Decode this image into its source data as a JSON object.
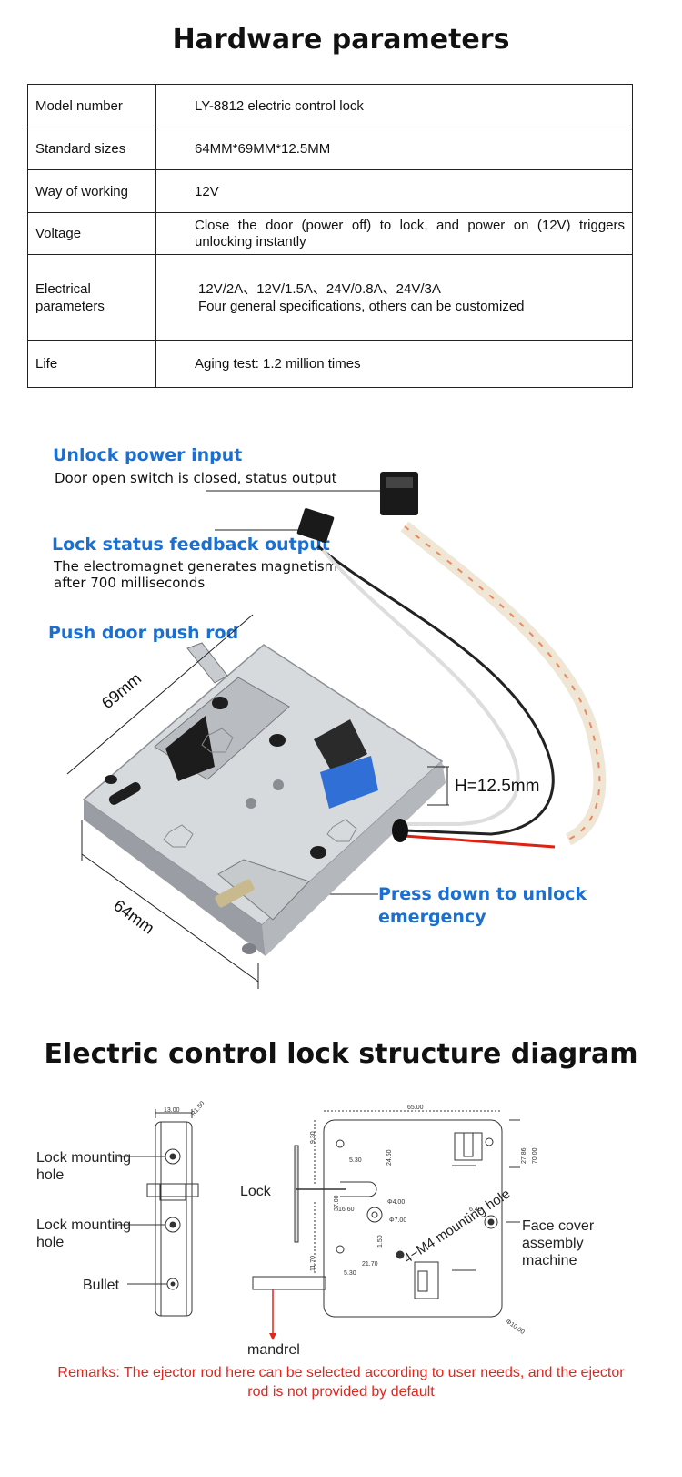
{
  "header": {
    "title": "Hardware parameters"
  },
  "params": {
    "rows": [
      {
        "key": "Model number",
        "value": "LY-8812 electric control lock"
      },
      {
        "key": "Standard sizes",
        "value": "64MM*69MM*12.5MM"
      },
      {
        "key": "Way of working",
        "value": "12V"
      },
      {
        "key": "Voltage",
        "value": "Close the door (power off) to lock, and power on (12V) triggers unlocking instantly"
      },
      {
        "key": "Electrical parameters",
        "value": "12V/2A、12V/1.5A、24V/0.8A、24V/3A",
        "value2": "Four general specifications, others can be customized"
      },
      {
        "key": "Life",
        "value": "Aging test: 1.2 million times"
      }
    ]
  },
  "photo": {
    "unlock_title": "Unlock power input",
    "unlock_desc": "Door open switch is closed, status output",
    "feedback_title": "Lock status feedback output",
    "feedback_desc1": "The electromagnet generates magnetism",
    "feedback_desc2": "after 700 milliseconds",
    "pushrod_title": "Push door push rod",
    "dim_69": "69mm",
    "dim_64": "64mm",
    "dim_h": "H=12.5mm",
    "emergency1": "Press down to unlock",
    "emergency2": "emergency"
  },
  "diagram": {
    "title": "Electric control lock structure diagram",
    "lock_mount_1a": "Lock mounting",
    "lock_mount_1b": "hole",
    "lock_mount_2a": "Lock mounting",
    "lock_mount_2b": "hole",
    "bullet": "Bullet",
    "lock": "Lock",
    "mounting_hole": "4−M4 mounting hole",
    "face_cover1": "Face cover",
    "face_cover2": "assembly",
    "face_cover3": "machine",
    "mandrel": "mandrel",
    "dims": {
      "d13": "13.00",
      "r150": "R1.50",
      "d65": "65.00",
      "d930": "9.30",
      "d530a": "5.30",
      "d2450": "24.50",
      "d3700": "37.00",
      "d1660": "16.60",
      "d400": "Φ4.00",
      "d700": "Φ7.00",
      "d2786": "27.86",
      "d7000": "70.00",
      "d640": "6.40",
      "d150": "1.50",
      "d1170": "11.70",
      "d2170": "21.70",
      "d530b": "5.30",
      "d1000": "Φ10.00"
    }
  },
  "remarks": {
    "line1": "Remarks: The ejector rod here can be selected according to user needs, and the ejector",
    "line2": "rod is not provided by default"
  },
  "colors": {
    "accent_blue": "#1a6fd0",
    "remark_red": "#e0261d"
  }
}
